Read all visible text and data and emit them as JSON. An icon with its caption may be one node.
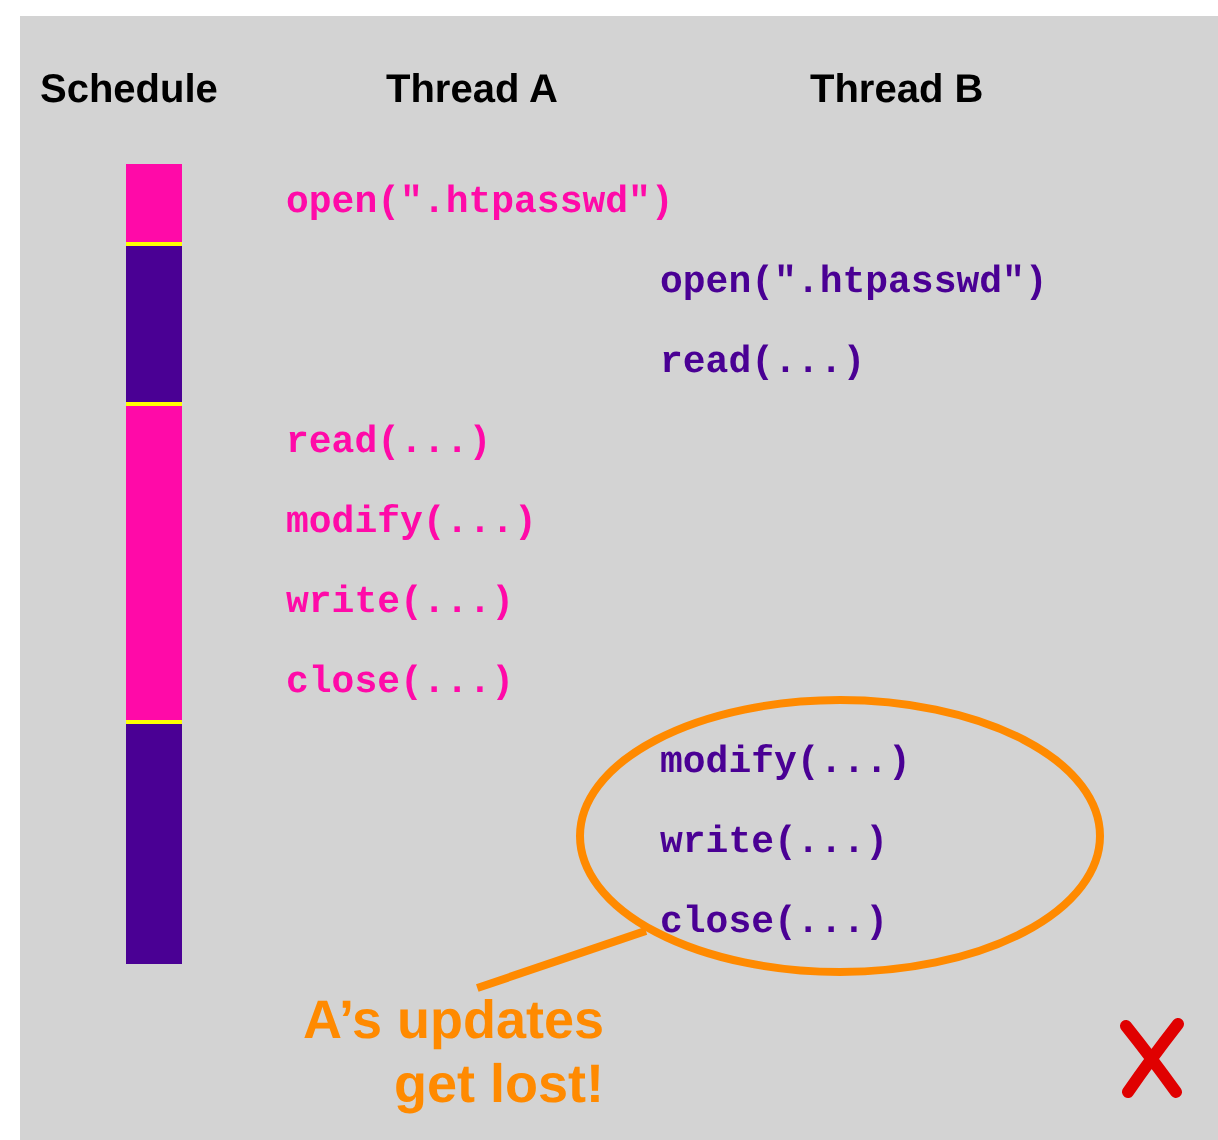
{
  "diagram": {
    "nodes": [
      {
        "text": [
          "modify(...)",
          "write(...)",
          "close(...)"
        ]
      },
      {
        "text": [
          "A’s updates get lost!"
        ]
      }
    ],
    "edges": [
      {
        "from": 1,
        "to": 0,
        "arrow": "none"
      }
    ],
    "labels": [
      "Schedule",
      "Thread A",
      "Thread B",
      "open(\".htpasswd\")",
      "open(\".htpasswd\")",
      "read(...)",
      "read(...)",
      "modify(...)",
      "write(...)",
      "close(...)"
    ]
  }
}
